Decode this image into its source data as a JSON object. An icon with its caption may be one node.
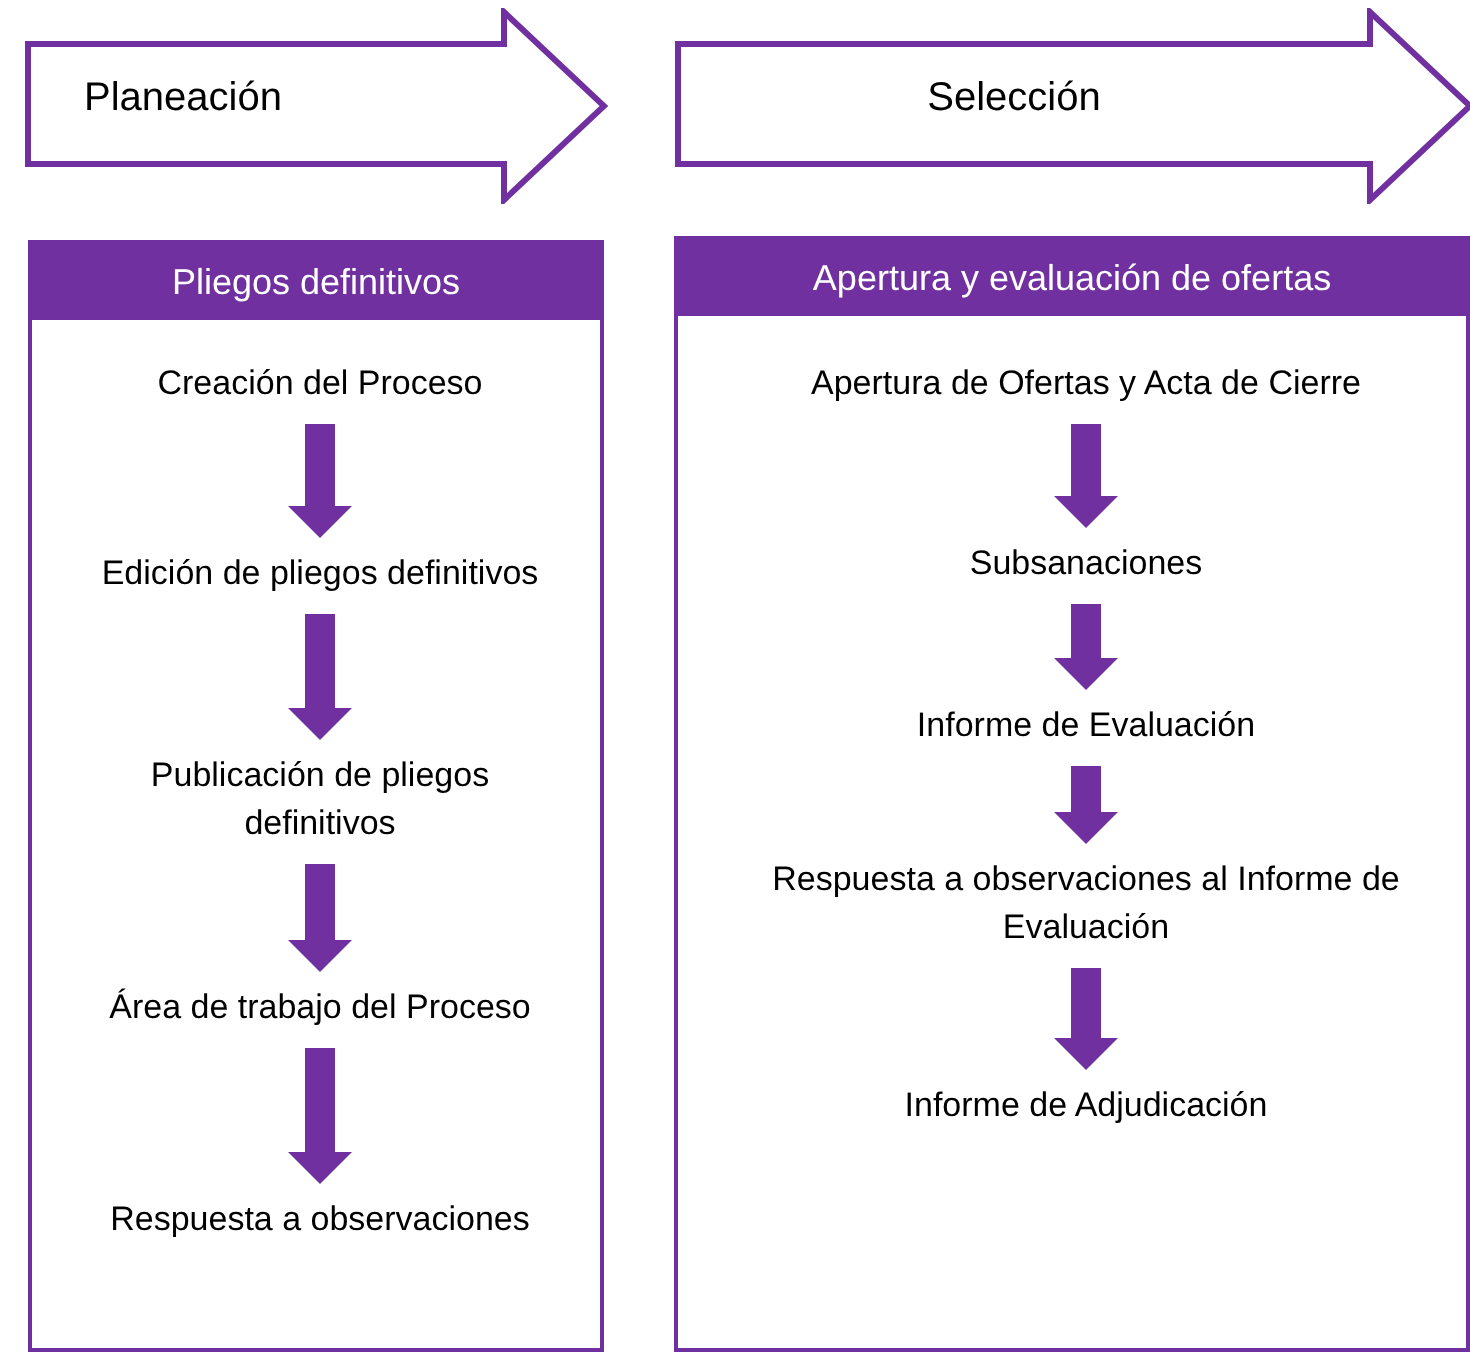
{
  "diagram": {
    "nodes": [
      {
        "text": [
          "Planeación"
        ]
      },
      {
        "text": [
          "Selección"
        ]
      },
      {
        "text": [
          "Pliegos definitivos"
        ]
      },
      {
        "text": [
          "Creación del Proceso"
        ],
        "in": 2
      },
      {
        "text": [
          "Edición de pliegos definitivos"
        ],
        "in": 2
      },
      {
        "text": [
          "Publicación de pliegos definitivos"
        ],
        "in": 2
      },
      {
        "text": [
          "Área de trabajo del Proceso"
        ],
        "in": 2
      },
      {
        "text": [
          "Respuesta a observaciones"
        ],
        "in": 2
      },
      {
        "text": [
          "Apertura y evaluación de ofertas"
        ]
      },
      {
        "text": [
          "Apertura de Ofertas y Acta de Cierre"
        ],
        "in": 8
      },
      {
        "text": [
          "Subsanaciones"
        ],
        "in": 8
      },
      {
        "text": [
          "Informe de Evaluación"
        ],
        "in": 8
      },
      {
        "text": [
          "Respuesta a observaciones al Informe de Evaluación"
        ],
        "in": 8
      },
      {
        "text": [
          "Informe de Adjudicación"
        ],
        "in": 8
      }
    ],
    "edges": [
      {
        "from": 3,
        "to": 4,
        "arrow": "to"
      },
      {
        "from": 4,
        "to": 5,
        "arrow": "to"
      },
      {
        "from": 5,
        "to": 6,
        "arrow": "to"
      },
      {
        "from": 6,
        "to": 7,
        "arrow": "to"
      },
      {
        "from": 9,
        "to": 10,
        "arrow": "to"
      },
      {
        "from": 10,
        "to": 11,
        "arrow": "to"
      },
      {
        "from": 11,
        "to": 12,
        "arrow": "to"
      },
      {
        "from": 12,
        "to": 13,
        "arrow": "to"
      }
    ]
  }
}
